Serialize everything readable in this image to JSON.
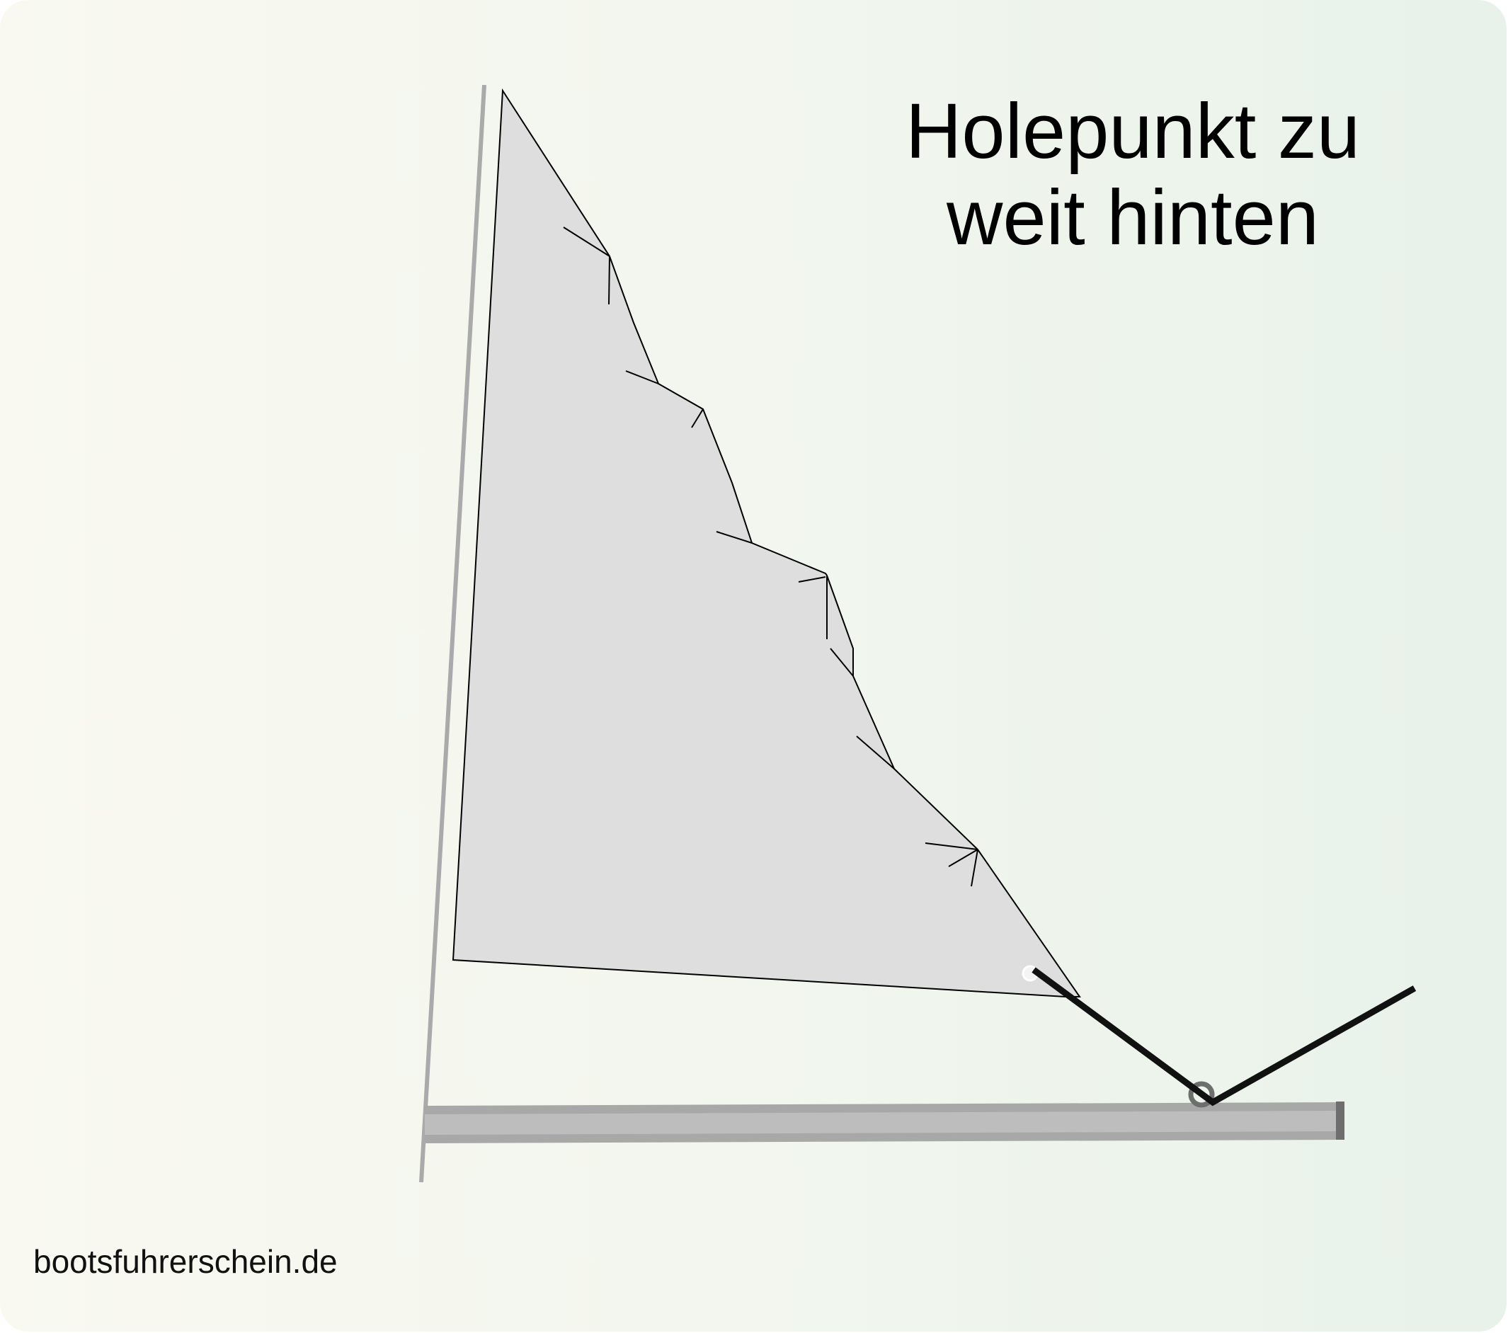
{
  "title": {
    "line1": "Holepunkt zu",
    "line2": "weit hinten"
  },
  "watermark": "bootsfuhrerschein.de",
  "colors": {
    "sail_fill": "#dedede",
    "mast": "#aaaaaa",
    "boom": "#aaaaaa",
    "sheet": "#111111",
    "outline": "#000000"
  }
}
